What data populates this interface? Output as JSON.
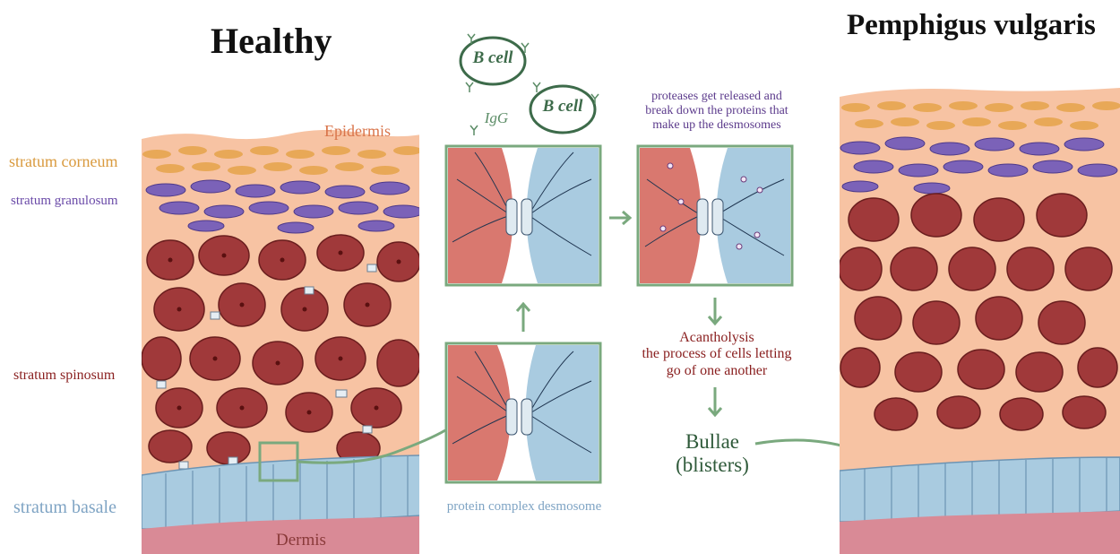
{
  "titles": {
    "healthy": "Healthy",
    "disease": "Pemphigus vulgaris"
  },
  "layers": {
    "epidermis": "Epidermis",
    "corneum": "stratum corneum",
    "granulosum": "stratum granulosum",
    "spinosum": "stratum spinosum",
    "basale": "stratum basale",
    "dermis": "Dermis"
  },
  "immune": {
    "b_cell_1": "B cell",
    "b_cell_2": "B cell",
    "igg": "IgG"
  },
  "process": {
    "proteases": [
      "proteases get released and",
      "break down the proteins that",
      "make up the desmosomes"
    ],
    "desmosome_caption": "protein complex desmosome",
    "acantholysis": [
      "Acantholysis",
      "the process of cells letting",
      "go of one another"
    ],
    "bullae": [
      "Bullae",
      "(blisters)"
    ]
  },
  "colors": {
    "corneum": "#d99a3e",
    "granulosum": "#6a4aa8",
    "spinosum": "#8a2020",
    "basale": "#7fa4c4",
    "dermis": "#b84a5a",
    "green": "#7aa97e",
    "note_purple": "#5c3b8c"
  }
}
